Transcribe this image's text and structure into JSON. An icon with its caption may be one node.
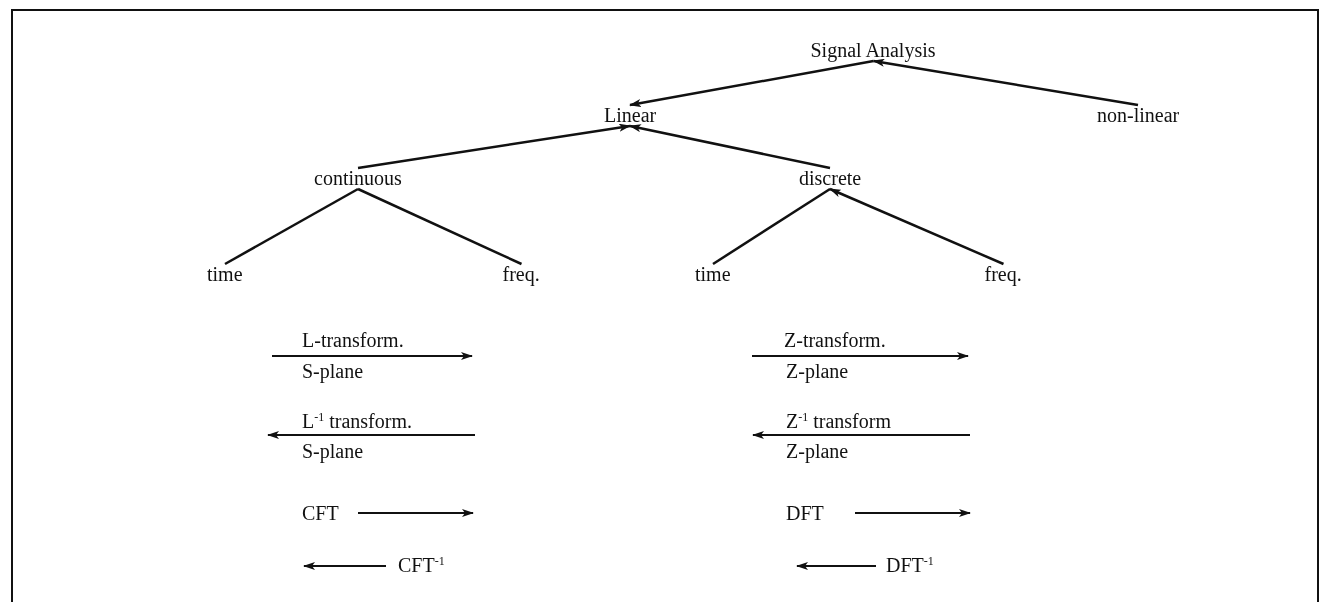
{
  "diagram": {
    "nodes": [
      {
        "text": [
          "Signal Analysis"
        ]
      },
      {
        "text": [
          "Linear"
        ]
      },
      {
        "text": [
          "non-linear"
        ]
      },
      {
        "text": [
          "continuous"
        ]
      },
      {
        "text": [
          "discrete"
        ]
      },
      {
        "text": [
          "time"
        ]
      },
      {
        "text": [
          "freq."
        ]
      },
      {
        "text": [
          "time"
        ]
      },
      {
        "text": [
          "freq."
        ]
      }
    ],
    "edges": [
      {
        "from": 0,
        "to": 1,
        "arrow": "to"
      },
      {
        "from": 2,
        "to": 0,
        "arrow": "to"
      },
      {
        "from": 3,
        "to": 1,
        "arrow": "to"
      },
      {
        "from": 4,
        "to": 1,
        "arrow": "to"
      },
      {
        "from": 3,
        "to": 5,
        "arrow": "none"
      },
      {
        "from": 3,
        "to": 6,
        "arrow": "none"
      },
      {
        "from": 4,
        "to": 7,
        "arrow": "none"
      },
      {
        "from": 8,
        "to": 4,
        "arrow": "to"
      }
    ],
    "labels": [
      "L-transform.",
      "Z-transform.",
      "S-plane",
      "Z-plane",
      "L$^{-1}$ transform.",
      "Z$^{-1}$ transform",
      "S-plane",
      "Z-plane",
      "CFT",
      "DFT",
      "CFT$^{-1}$",
      "DFT$^{-1}$"
    ]
  }
}
